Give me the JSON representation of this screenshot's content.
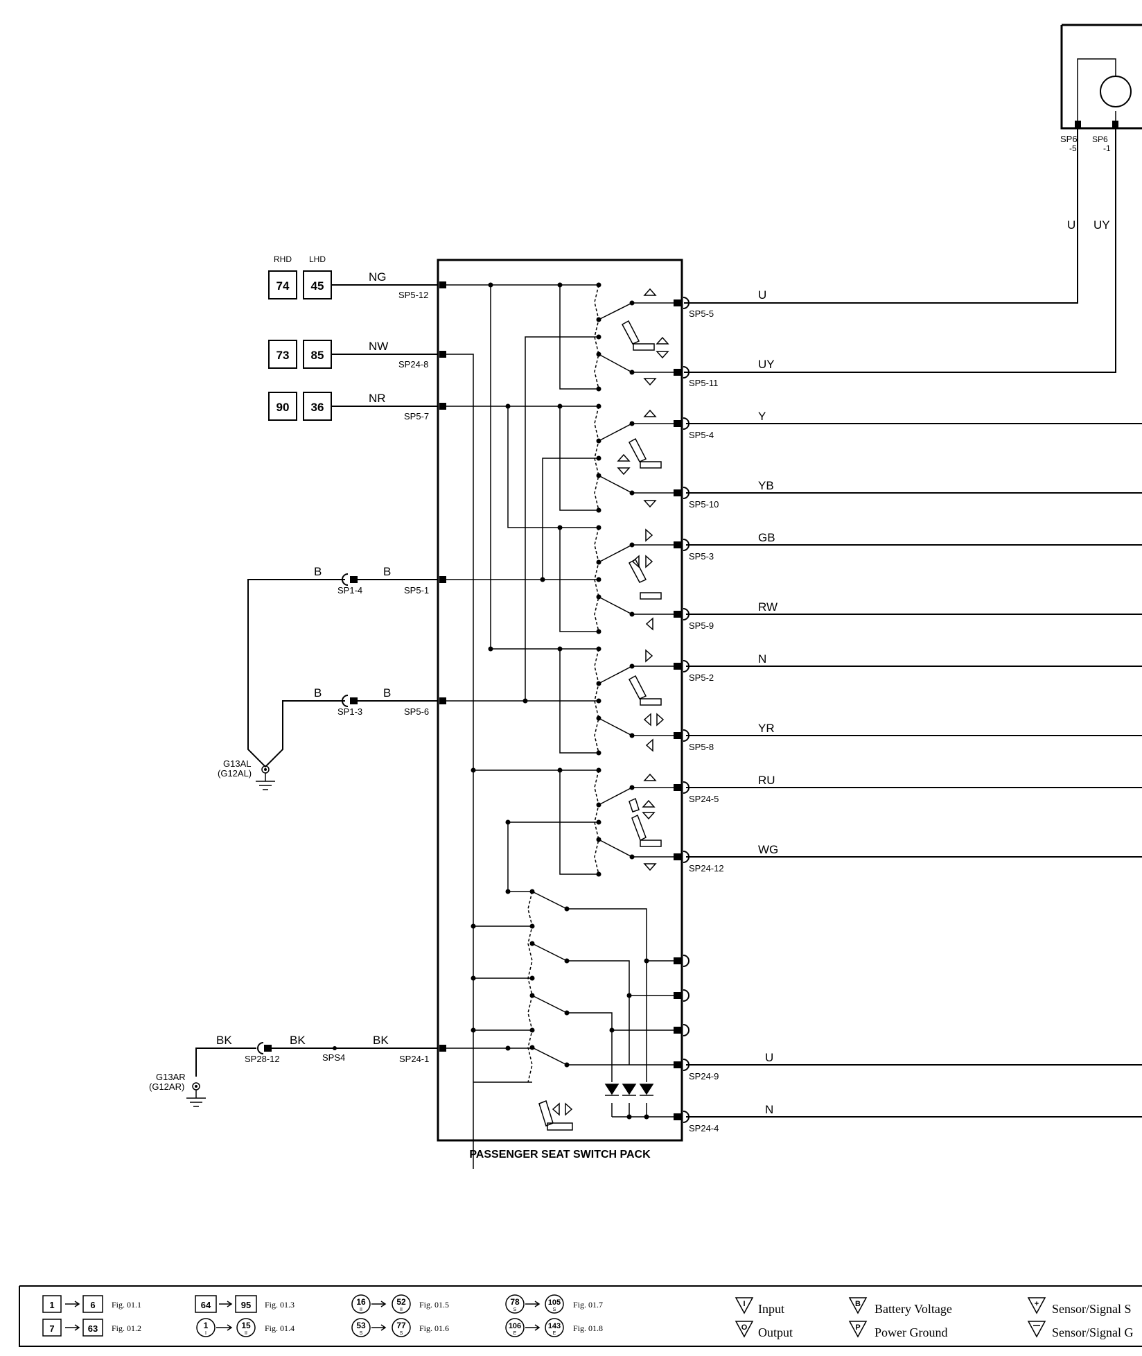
{
  "component_title": "PASSENGER SEAT SWITCH PACK",
  "hand_labels": {
    "rhd": "RHD",
    "lhd": "LHD"
  },
  "inputs": [
    {
      "rhd": "74",
      "lhd": "45",
      "wire": "NG",
      "pin": "SP5-12"
    },
    {
      "rhd": "73",
      "lhd": "85",
      "wire": "NW",
      "pin": "SP24-8"
    },
    {
      "rhd": "90",
      "lhd": "36",
      "wire": "NR",
      "pin": "SP5-7"
    }
  ],
  "ground_upper": {
    "name": "G13AL",
    "alt": "(G12AL)",
    "feeds": [
      {
        "wire_outer": "B",
        "splice": "SP1-4",
        "wire_inner": "B",
        "pin": "SP5-1"
      },
      {
        "wire_outer": "B",
        "splice": "SP1-3",
        "wire_inner": "B",
        "pin": "SP5-6"
      }
    ]
  },
  "ground_lower": {
    "name": "G13AR",
    "alt": "(G12AR)",
    "wire_a": "BK",
    "splice_a": "SP28-12",
    "wire_b": "BK",
    "splice_b": "SPS4",
    "wire_c": "BK",
    "pin": "SP24-1"
  },
  "outputs": [
    {
      "pin": "SP5-5",
      "wire": "U"
    },
    {
      "pin": "SP5-11",
      "wire": "UY"
    },
    {
      "pin": "SP5-4",
      "wire": "Y"
    },
    {
      "pin": "SP5-10",
      "wire": "YB"
    },
    {
      "pin": "SP5-3",
      "wire": "GB"
    },
    {
      "pin": "SP5-9",
      "wire": "RW"
    },
    {
      "pin": "SP5-2",
      "wire": "N"
    },
    {
      "pin": "SP5-8",
      "wire": "YR"
    },
    {
      "pin": "SP24-5",
      "wire": "RU"
    },
    {
      "pin": "SP24-12",
      "wire": "WG"
    },
    {
      "pin": "SP24-9",
      "wire": "U"
    },
    {
      "pin": "SP24-4",
      "wire": "N"
    }
  ],
  "motor": {
    "pin_left": "SP6",
    "pin_left_num": "-5",
    "pin_right": "SP6",
    "pin_right_num": "-1",
    "wire_left": "U",
    "wire_right": "UY"
  },
  "legend": {
    "refs": [
      {
        "from": "1",
        "to": "6",
        "fig": "Fig. 01.1"
      },
      {
        "from": "7",
        "to": "63",
        "fig": "Fig. 01.2"
      },
      {
        "from": "64",
        "to": "95",
        "fig": "Fig. 01.3"
      },
      {
        "from": "1",
        "from_sub": "I",
        "to": "15",
        "to_sub": "II",
        "fig": "Fig. 01.4"
      },
      {
        "from": "16",
        "from_sub": "II",
        "to": "52",
        "to_sub": "II",
        "fig": "Fig. 01.5"
      },
      {
        "from": "53",
        "from_sub": "S",
        "to": "77",
        "to_sub": "S",
        "fig": "Fig. 01.6"
      },
      {
        "from": "78",
        "from_sub": "S",
        "to": "105",
        "to_sub": "S",
        "fig": "Fig. 01.7"
      },
      {
        "from": "106",
        "from_sub": "E",
        "to": "143",
        "to_sub": "E",
        "fig": "Fig. 01.8"
      }
    ],
    "symbols": [
      {
        "mark": "I",
        "label": "Input"
      },
      {
        "mark": "O",
        "label": "Output"
      },
      {
        "mark": "B",
        "label": "Battery Voltage"
      },
      {
        "mark": "P",
        "label": "Power Ground"
      },
      {
        "mark": "+",
        "label": "Sensor/Signal S"
      },
      {
        "mark": "",
        "label": "Sensor/Signal G"
      }
    ]
  }
}
